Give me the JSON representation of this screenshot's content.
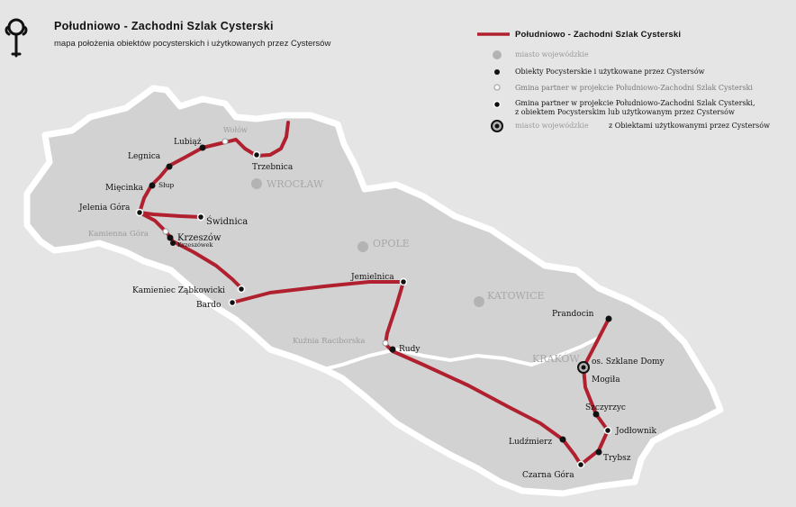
{
  "header": {
    "title": "Południowo - Zachodni Szlak Cysterski",
    "subtitle": "mapa położenia obiektów pocysterskich i użytkowanych przez Cystersów"
  },
  "legend": {
    "route_label": "Południowo - Zachodni Szlak Cysterski",
    "items": [
      {
        "symbol": "gray-dot",
        "label": "miasto wojewódzkie"
      },
      {
        "symbol": "black-dot",
        "label": "Obiekty Pocysterskie i użytkowane przez Cystersów"
      },
      {
        "symbol": "white-dot",
        "label": "Gmina partner w projekcie Południowo-Zachodni Szlak Cysterski"
      },
      {
        "symbol": "ring-dot",
        "label": "Gmina partner w projekcie Południowo-Zachodni Szlak Cysterski,",
        "label2": "z obiektem Pocysterskim lub użytkowanym przez Cystersów"
      },
      {
        "symbol": "big-ring-dot",
        "label": "miasto wojewódzkie",
        "label2": "z Obiektami użytkowanymi przez Cystersów"
      }
    ]
  },
  "cities": {
    "wroclaw": "WROCŁAW",
    "opole": "OPOLE",
    "katowice": "KATOWICE",
    "krakow": "KRAKÓW"
  },
  "places": {
    "wolow": "Wołów",
    "lubiaz": "Lubiąż",
    "legnica": "Legnica",
    "trzebnica": "Trzebnica",
    "slup": "Słup",
    "mieczynka": "Mięcinka",
    "jelenia_gora": "Jelenia Góra",
    "swidnica": "Świdnica",
    "kamienna_gora": "Kamienna Góra",
    "krzeszow": "Krzeszów",
    "krzeszowek": "Krzeszówek",
    "kamieniec": "Kamieniec Ząbkowicki",
    "bardo": "Bardo",
    "jemielnica": "Jemielnica",
    "kuznia": "Kuźnia Raciborska",
    "rudy": "Rudy",
    "prandocin": "Prandocin",
    "szklane_domy": "os. Szklane Domy",
    "mogila": "Mogiła",
    "szczyrzyc": "Szczyrzyc",
    "jodlownik": "Jodłownik",
    "ludzmierz": "Ludźmierz",
    "trybsz": "Trybsz",
    "czarna_gora": "Czarna Góra"
  },
  "colors": {
    "route": "#b0202f",
    "land": "#d4d4d4",
    "sea": "#e5e5e5",
    "city": "#b8b8b8",
    "place": "#111111"
  }
}
